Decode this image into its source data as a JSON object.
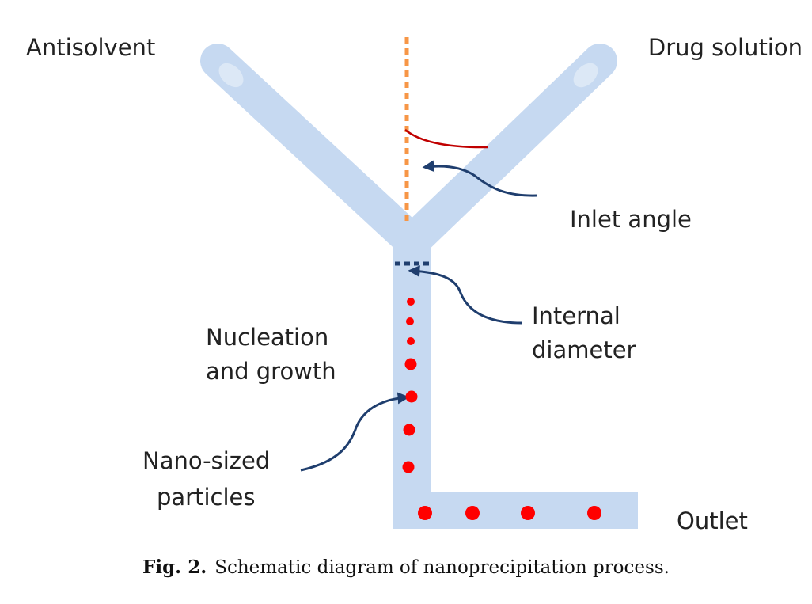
{
  "labels": {
    "antisolvent": "Antisolvent",
    "drug_solution": "Drug solution",
    "inlet_angle": "Inlet angle",
    "internal_diameter_line1": "Internal",
    "internal_diameter_line2": "diameter",
    "nucleation_line1": "Nucleation",
    "nucleation_line2": "and growth",
    "nano_line1": "Nano-sized",
    "nano_line2": "particles",
    "outlet": "Outlet"
  },
  "caption": {
    "figure_number": "Fig. 2.",
    "text": "Schematic diagram of nanoprecipitation process."
  },
  "colors": {
    "channel": "#c6d9f1",
    "particle": "#ff0000",
    "arrow": "#1f3e6e",
    "axis_dotted": "#f79646",
    "angle_arc": "#c00000",
    "text": "#222222"
  }
}
